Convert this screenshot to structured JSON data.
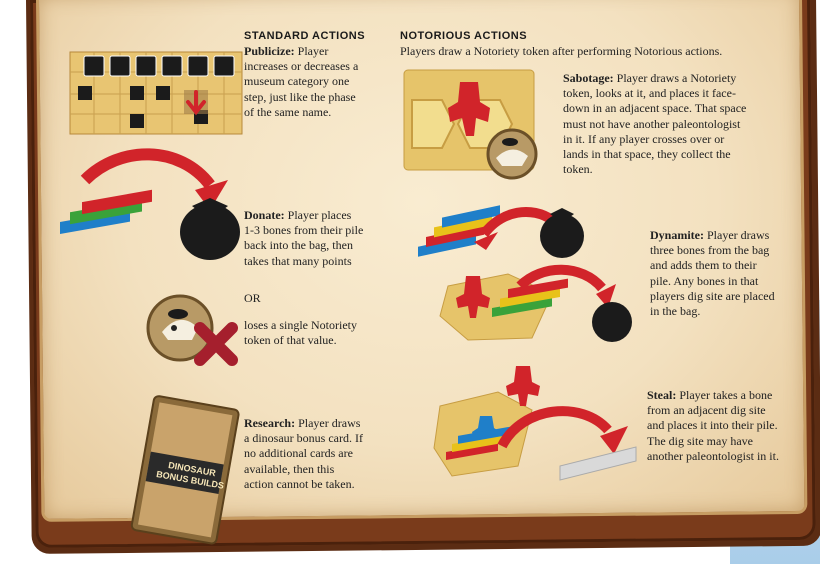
{
  "standard_actions": {
    "heading": "STANDARD ACTIONS",
    "publicize": {
      "title": "Publicize:",
      "text": " Player increases or decreases a museum category one step, just like the phase of the same name."
    },
    "donate": {
      "title": "Donate:",
      "text": " Player places 1-3 bones from their pile back into the bag, then takes that many points"
    },
    "or_label": "OR",
    "donate_alt": "loses a single Notoriety token of that value.",
    "research": {
      "title": "Research:",
      "text": " Player draws a dinosaur bonus card. If no additional cards are available, then this action cannot be taken."
    },
    "card_label": "DINOSAUR BONUS BUILDS"
  },
  "notorious_actions": {
    "heading": "NOTORIOUS ACTIONS",
    "intro": "Players draw a Notoriety token after performing Notorious actions.",
    "sabotage": {
      "title": "Sabotage:",
      "text": " Player draws a Notoriety token, looks at it, and places it face-down in an adjacent space. That space must not have another paleontologist in it. If any player crosses over or lands in that space, they collect the token."
    },
    "dynamite": {
      "title": "Dynamite:",
      "text": " Player draws three bones from the bag and adds them to their pile. Any bones in that players dig site are placed in the bag."
    },
    "steal": {
      "title": "Steal:",
      "text": " Player takes a bone from an adjacent dig site and places it into their pile. The dig site may have another paleontologist in it."
    }
  },
  "colors": {
    "red": "#d1242a",
    "green": "#3aa23a",
    "blue": "#1f7fc9",
    "yellow": "#e8c21a",
    "bag": "#1b1b1b",
    "token": "#b89a66"
  }
}
